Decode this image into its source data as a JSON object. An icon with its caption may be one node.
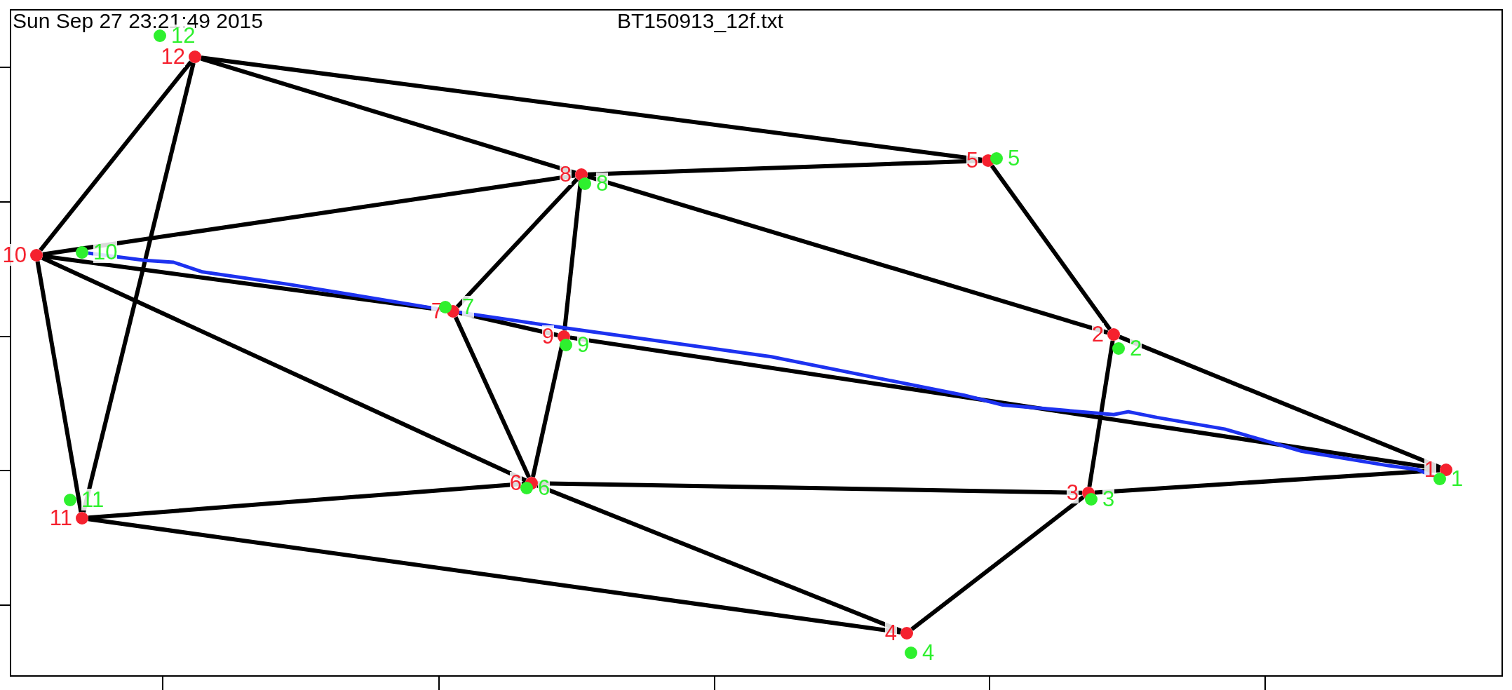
{
  "diagram": {
    "title": "BT150913_12f.txt",
    "nodes": [
      {
        "text": [],
        "shape": "circle",
        "beside": [
          "1"
        ]
      },
      {
        "text": [],
        "shape": "circle",
        "beside": [
          "2"
        ]
      },
      {
        "text": [],
        "shape": "circle",
        "beside": [
          "3"
        ]
      },
      {
        "text": [],
        "shape": "circle",
        "beside": [
          "4"
        ]
      },
      {
        "text": [],
        "shape": "circle",
        "beside": [
          "5"
        ]
      },
      {
        "text": [],
        "shape": "circle",
        "beside": [
          "6"
        ]
      },
      {
        "text": [],
        "shape": "circle",
        "beside": [
          "7"
        ]
      },
      {
        "text": [],
        "shape": "circle",
        "beside": [
          "8"
        ]
      },
      {
        "text": [],
        "shape": "circle",
        "beside": [
          "9"
        ]
      },
      {
        "text": [],
        "shape": "circle",
        "beside": [
          "10"
        ]
      },
      {
        "text": [],
        "shape": "circle",
        "beside": [
          "11"
        ]
      },
      {
        "text": [],
        "shape": "circle",
        "beside": [
          "12"
        ]
      },
      {
        "text": [],
        "shape": "circle",
        "beside": [
          "1"
        ]
      },
      {
        "text": [],
        "shape": "circle",
        "beside": [
          "2"
        ]
      },
      {
        "text": [],
        "shape": "circle",
        "beside": [
          "3"
        ]
      },
      {
        "text": [],
        "shape": "circle",
        "beside": [
          "4"
        ]
      },
      {
        "text": [],
        "shape": "circle",
        "beside": [
          "5"
        ]
      },
      {
        "text": [],
        "shape": "circle",
        "beside": [
          "6"
        ]
      },
      {
        "text": [],
        "shape": "circle",
        "beside": [
          "7"
        ]
      },
      {
        "text": [],
        "shape": "circle",
        "beside": [
          "8"
        ]
      },
      {
        "text": [],
        "shape": "circle",
        "beside": [
          "9"
        ]
      },
      {
        "text": [],
        "shape": "circle",
        "beside": [
          "10"
        ]
      },
      {
        "text": [],
        "shape": "circle",
        "beside": [
          "11"
        ]
      },
      {
        "text": [],
        "shape": "circle",
        "beside": [
          "12"
        ]
      }
    ],
    "edges": [
      {
        "from": 11,
        "to": 9,
        "arrow": "none"
      },
      {
        "from": 11,
        "to": 10,
        "arrow": "none"
      },
      {
        "from": 11,
        "to": 4,
        "arrow": "none"
      },
      {
        "from": 11,
        "to": 7,
        "arrow": "none"
      },
      {
        "from": 9,
        "to": 7,
        "arrow": "none"
      },
      {
        "from": 9,
        "to": 6,
        "arrow": "none"
      },
      {
        "from": 6,
        "to": 8,
        "arrow": "none"
      },
      {
        "from": 8,
        "to": 0,
        "arrow": "none"
      },
      {
        "from": 9,
        "to": 5,
        "arrow": "none"
      },
      {
        "from": 9,
        "to": 10,
        "arrow": "none"
      },
      {
        "from": 10,
        "to": 5,
        "arrow": "none"
      },
      {
        "from": 10,
        "to": 3,
        "arrow": "none"
      },
      {
        "from": 6,
        "to": 7,
        "arrow": "none"
      },
      {
        "from": 6,
        "to": 5,
        "arrow": "none"
      },
      {
        "from": 7,
        "to": 8,
        "arrow": "none"
      },
      {
        "from": 8,
        "to": 5,
        "arrow": "none"
      },
      {
        "from": 7,
        "to": 4,
        "arrow": "none"
      },
      {
        "from": 7,
        "to": 1,
        "arrow": "none"
      },
      {
        "from": 4,
        "to": 1,
        "arrow": "none"
      },
      {
        "from": 1,
        "to": 0,
        "arrow": "none"
      },
      {
        "from": 1,
        "to": 2,
        "arrow": "none"
      },
      {
        "from": 2,
        "to": 0,
        "arrow": "none"
      },
      {
        "from": 5,
        "to": 2,
        "arrow": "none"
      },
      {
        "from": 5,
        "to": 3,
        "arrow": "none"
      },
      {
        "from": 3,
        "to": 2,
        "arrow": "none"
      },
      {
        "from": 21,
        "to": 12,
        "arrow": "none",
        "color": "#1d32f0"
      }
    ],
    "labels": [
      "Sun Sep 27 23:21:49 2015"
    ]
  }
}
